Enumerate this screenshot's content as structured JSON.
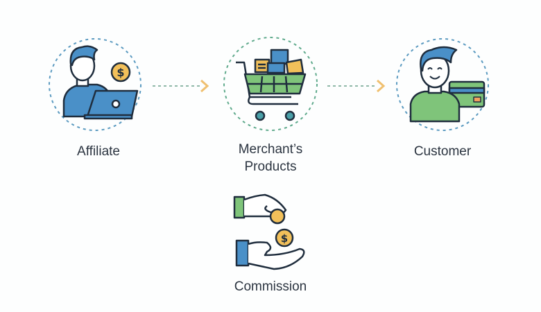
{
  "nodes": {
    "affiliate": {
      "label": "Affiliate",
      "icon": "affiliate-laptop-icon"
    },
    "merchant": {
      "label_line1": "Merchant’s",
      "label_line2": "Products",
      "icon": "shopping-cart-icon"
    },
    "customer": {
      "label": "Customer",
      "icon": "customer-card-icon"
    },
    "commission": {
      "label": "Commission",
      "icon": "hands-coin-icon"
    }
  },
  "colors": {
    "blue": "#4a90c8",
    "green": "#7fc47a",
    "gold": "#f2c05a",
    "outline": "#1f2d3d",
    "dashed": "#5f9fb8",
    "arrow": "#f0c070"
  }
}
